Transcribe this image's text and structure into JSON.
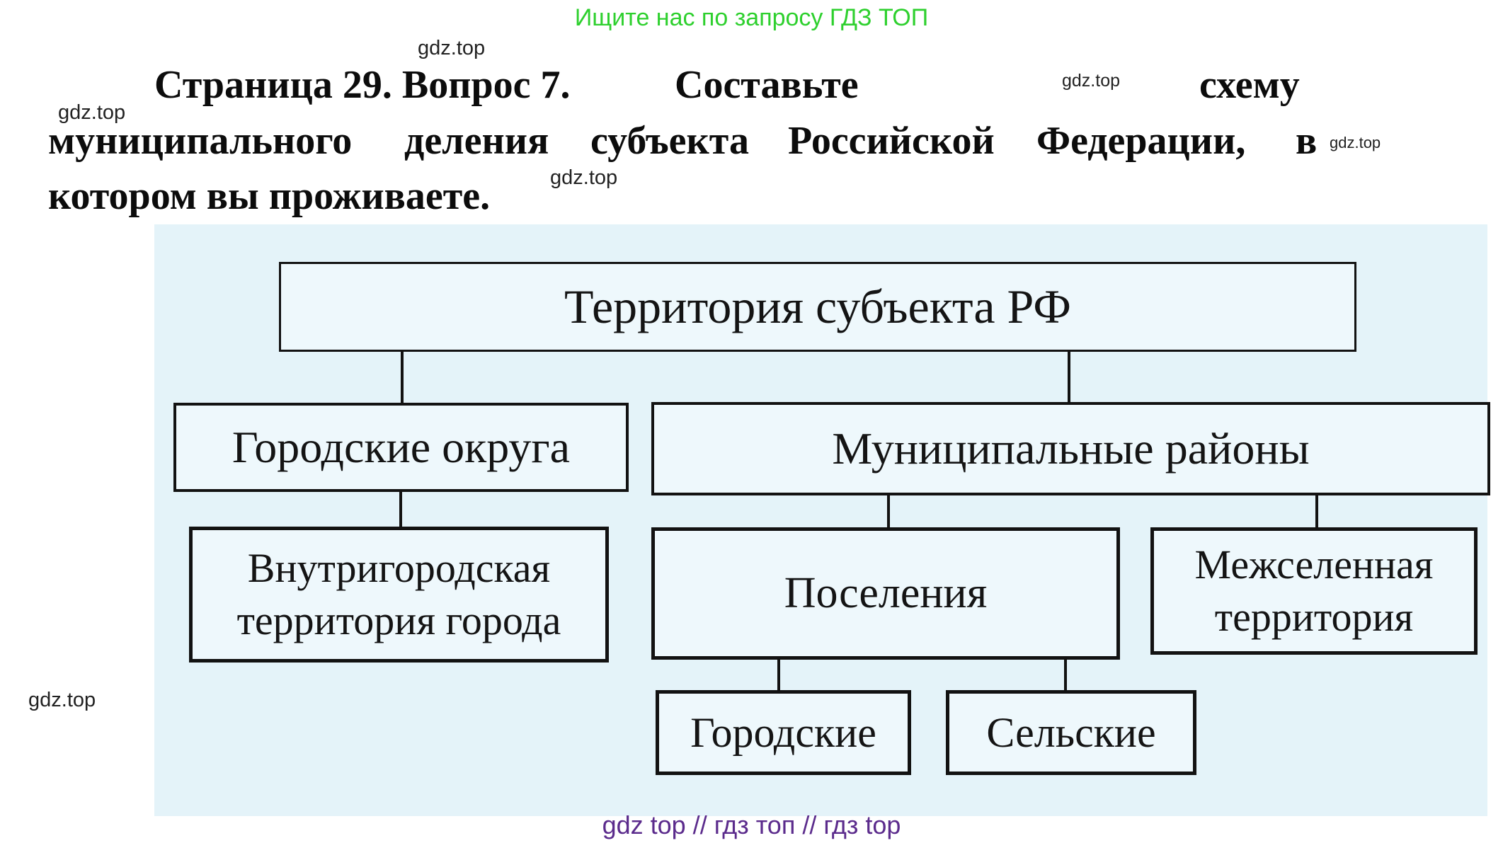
{
  "promo": {
    "text": "Ищите нас по запросу ГДЗ ТОП",
    "color": "#2ed02e"
  },
  "watermark": {
    "label": "gdz.top"
  },
  "question": {
    "line1": {
      "part1": "Страница 29. Вопрос 7.",
      "part2": "Составьте",
      "part3": "схему"
    },
    "line2": {
      "words": [
        "муниципального",
        "деления",
        "субъекта",
        "Российской",
        "Федерации,",
        "в"
      ]
    },
    "line3": "котором вы проживаете."
  },
  "diagram": {
    "background_color": "#e4f3f9",
    "nodes": {
      "root": "Территория субъекта РФ",
      "urban_districts": "Городские округа",
      "municipal_raions": "Муниципальные районы",
      "intracity_line1": "Внутригородская",
      "intracity_line2": "территория города",
      "settlements": "Поселения",
      "intersettlement_line1": "Межселенная",
      "intersettlement_line2": "территория",
      "urban": "Городские",
      "rural": "Сельские"
    }
  },
  "footer": {
    "text": "gdz top  //  гдз топ  //  гдз top",
    "color": "#5b2b8c"
  }
}
